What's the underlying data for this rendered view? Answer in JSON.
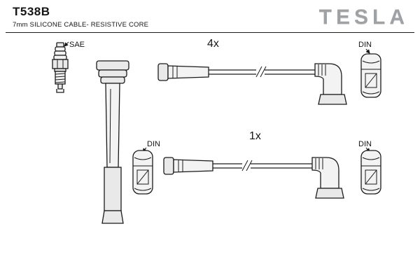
{
  "header": {
    "part_number": "T538B",
    "spec": "7mm SILICONE CABLE- RESISTIVE CORE",
    "brand": "TESLA"
  },
  "diagram": {
    "sae_label": "SAE",
    "top_set_qty": "4x",
    "bottom_set_qty": "1x",
    "din_label_top_right": "DIN",
    "din_label_bottom_left": "DIN",
    "din_label_bottom_right": "DIN"
  },
  "colors": {
    "line": "#1b1b1b",
    "brand_gray": "#9fa2a5",
    "background": "#ffffff"
  }
}
